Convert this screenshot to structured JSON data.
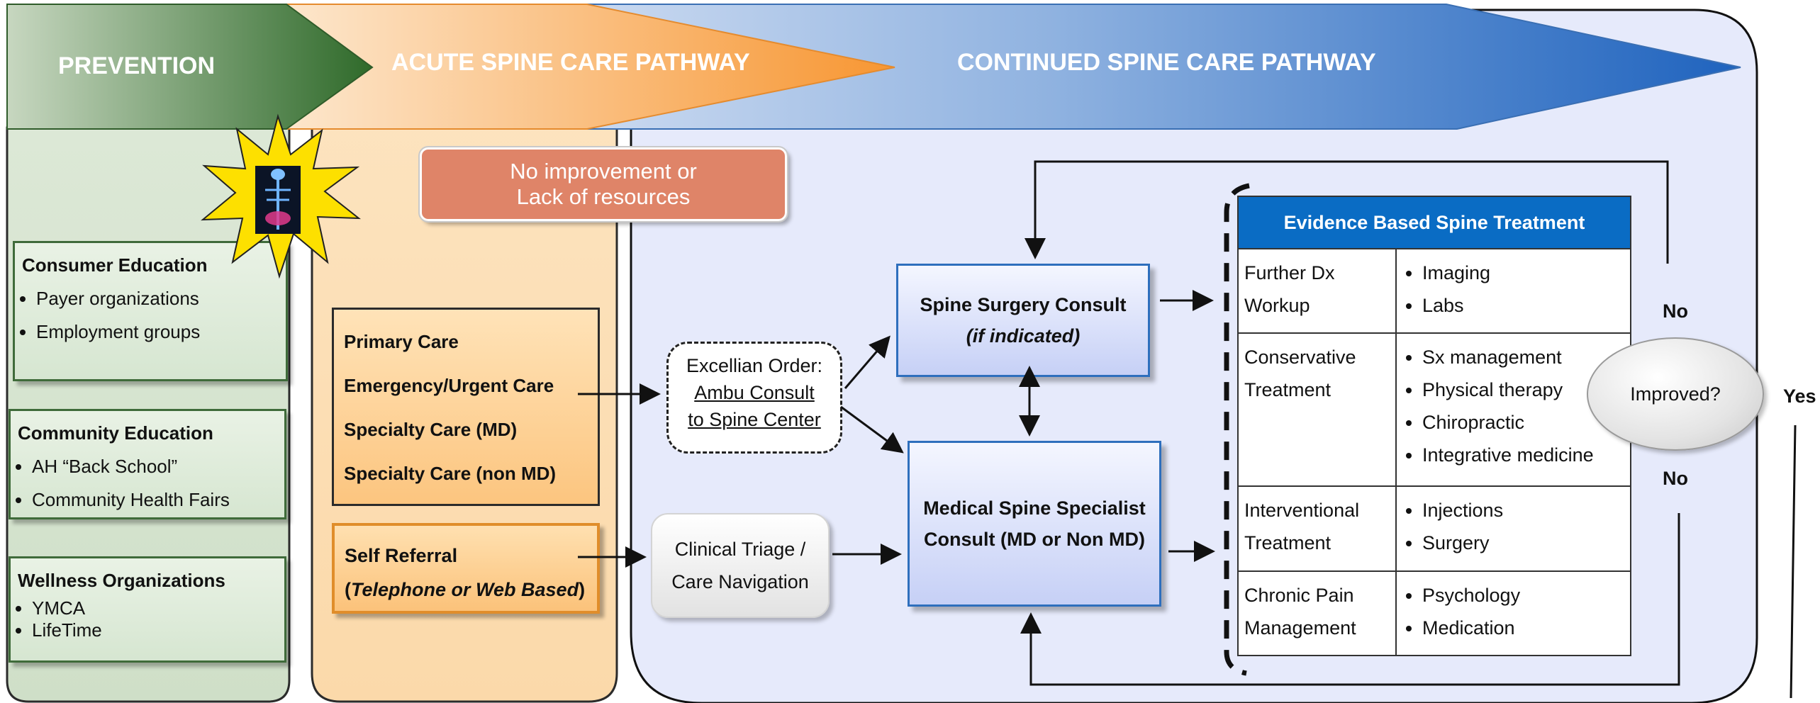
{
  "banner": {
    "prevention": "PREVENTION",
    "acute": "ACUTE SPINE CARE PATHWAY",
    "continued": "CONTINUED SPINE CARE PATHWAY"
  },
  "prevention": {
    "consumer": {
      "title": "Consumer Education",
      "items": [
        "Payer organizations",
        "Employment groups"
      ]
    },
    "community": {
      "title": "Community Education",
      "items": [
        "AH “Back School”",
        "Community Health Fairs"
      ]
    },
    "wellness": {
      "title": "Wellness Organizations",
      "items": [
        "YMCA",
        "LifeTime"
      ]
    }
  },
  "acute": {
    "no_improvement": "No improvement or\nLack of resources",
    "care_types": [
      "Primary Care",
      "Emergency/Urgent Care",
      "Specialty Care (MD)",
      "Specialty Care (non MD)"
    ],
    "self_referral": {
      "title": "Self Referral",
      "open": "(",
      "detail": "Telephone or Web Based",
      "close": ")"
    }
  },
  "continued": {
    "excellian": {
      "line1": "Excellian Order:",
      "line2": "Ambu Consult",
      "line3": "to Spine Center"
    },
    "triage": "Clinical Triage /\nCare Navigation",
    "surgery_consult": {
      "title": "Spine Surgery Consult",
      "subtitle": "(if indicated)"
    },
    "medical_consult": "Medical Spine Specialist\nConsult (MD or Non MD)",
    "improved": "Improved?",
    "no_top": "No",
    "no_bottom": "No",
    "yes": "Yes"
  },
  "treatment_table": {
    "header": "Evidence Based Spine Treatment",
    "rows": [
      {
        "category": "Further Dx\nWorkup",
        "items": [
          "Imaging",
          "Labs"
        ]
      },
      {
        "category": "Conservative\nTreatment",
        "items": [
          "Sx management",
          "Physical therapy",
          "Chiropractic",
          "Integrative medicine"
        ]
      },
      {
        "category": "Interventional\nTreatment",
        "items": [
          "Injections",
          "Surgery"
        ]
      },
      {
        "category": "Chronic Pain\nManagement",
        "items": [
          "Psychology",
          "Medication"
        ]
      }
    ]
  },
  "colors": {
    "prevention_green": "#3f6b3a",
    "acute_orange": "#f7a14a",
    "continued_blue": "#2a6fbf",
    "header_blue": "#0a6cc4",
    "alert_salmon": "#e0826a"
  },
  "icons": {
    "spine_burst": "spine-pain-burst-icon"
  }
}
